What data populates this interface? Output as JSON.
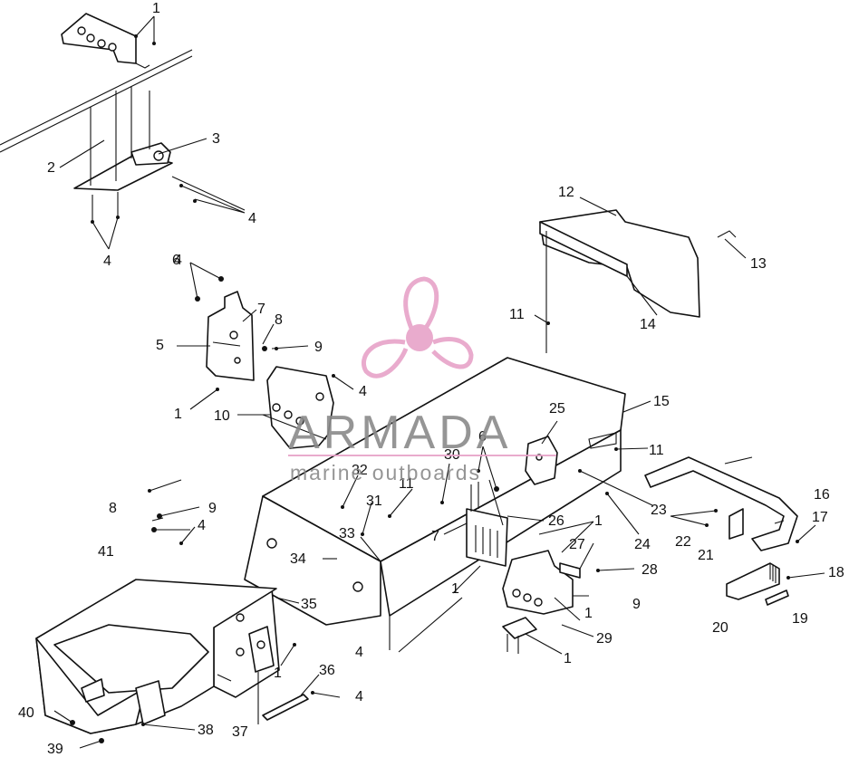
{
  "diagram": {
    "callouts": [
      "1",
      "2",
      "3",
      "4",
      "4",
      "4",
      "5",
      "6",
      "7",
      "8",
      "9",
      "1",
      "10",
      "4",
      "12",
      "13",
      "14",
      "11",
      "15",
      "25",
      "11",
      "6",
      "30",
      "11",
      "23",
      "24",
      "26",
      "7",
      "27",
      "1",
      "28",
      "32",
      "31",
      "33",
      "34",
      "4",
      "8",
      "9",
      "41",
      "4",
      "35",
      "1",
      "1",
      "9",
      "29",
      "1",
      "1",
      "36",
      "37",
      "4",
      "38",
      "40",
      "39",
      "16",
      "17",
      "22",
      "21",
      "18",
      "20",
      "19"
    ]
  },
  "watermark": {
    "brand": "ARMADA",
    "tagline": "marine outboards"
  }
}
